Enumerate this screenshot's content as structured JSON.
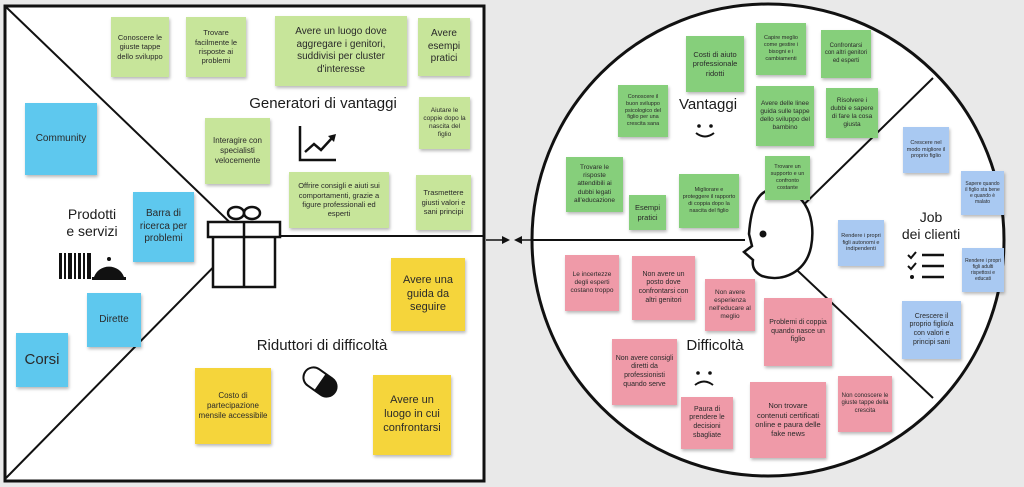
{
  "colors": {
    "light_green": "#c7e59a",
    "mid_green": "#86cf7b",
    "yellow": "#f5d53b",
    "blue": "#5ec8ee",
    "light_blue": "#a9c9f2",
    "pink": "#ef9aa8",
    "background": "#e9e9e9",
    "panel": "#ffffff",
    "line": "#111111"
  },
  "product_map": {
    "gain_creators_title": "Generatori di vantaggi",
    "pain_relievers_title": "Riduttori di difficoltà",
    "products_title": "Prodotti\ne servizi",
    "gain_creator_notes": [
      "Conoscere le giuste tappe dello sviluppo",
      "Trovare facilmente le risposte ai problemi",
      "Avere un luogo dove aggregare i genitori, suddivisi per cluster d'interesse",
      "Avere esempi pratici",
      "Aiutare le coppie dopo la nascita del figlio",
      "Interagire con specialisti velocemente",
      "Offrire consigli e aiuti sui comportamenti, grazie a figure professionali ed esperti",
      "Trasmettere giusti valori e sani principi"
    ],
    "pain_reliever_notes": [
      "Avere una guida da seguire",
      "Costo di partecipazione mensile accessibile",
      "Avere un luogo in cui confrontarsi"
    ],
    "product_notes": [
      "Community",
      "Barra di ricerca per problemi",
      "Dirette",
      "Corsi"
    ]
  },
  "customer_profile": {
    "gains_title": "Vantaggi",
    "pains_title": "Difficoltà",
    "jobs_title": "Job\ndei clienti",
    "gain_notes": [
      "Costi di aiuto professionale ridotti",
      "Capire meglio come gestire i bisogni e i cambiamenti",
      "Confrontarsi con altri genitori ed esperti",
      "Conoscere il buon sviluppo psicologico del figlio per una crescita sana",
      "Avere delle linee guida sulle tappe dello sviluppo del bambino",
      "Risolvere i dubbi e sapere di fare la cosa giusta",
      "Trovare le risposte attendibili ai dubbi legati all'educazione",
      "Esempi pratici",
      "Migliorare e proteggere il rapporto di coppia dopo la nascita del figlio",
      "Trovare un supporto e un confronto costante"
    ],
    "pain_notes": [
      "Le incertezze degli esperti costano troppo",
      "Non avere un posto dove confrontarsi con altri genitori",
      "Non avere esperienza nell'educare al meglio",
      "Problemi di coppia quando nasce un figlio",
      "Non avere consigli diretti da professionisti quando serve",
      "Paura di prendere le decisioni sbagliate",
      "Non trovare contenuti certificati online e paura delle fake news",
      "Non conoscere le giuste tappe della crescita"
    ],
    "job_notes": [
      "Crescere nel modo migliore il proprio figlio",
      "Sapere quando il figlio sta bene e quando è malato",
      "Rendere i propri figli autonomi e indipendenti",
      "Rendere i propri figli adulti rispettosi e educati",
      "Crescere il proprio figlio/a con valori e principi sani"
    ]
  }
}
